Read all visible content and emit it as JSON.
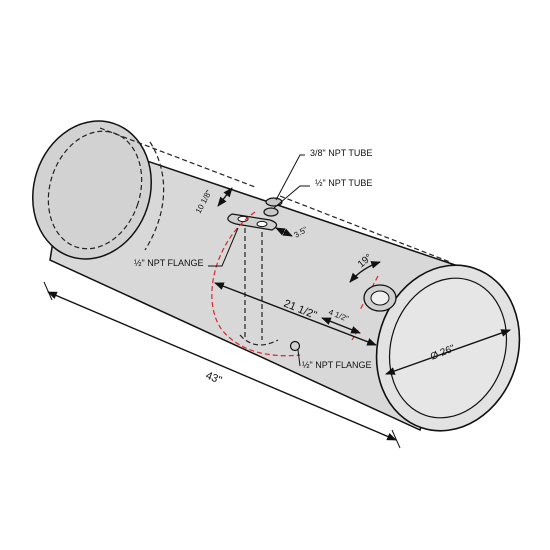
{
  "diagram": {
    "labels": {
      "tube_38": "3/8\" NPT TUBE",
      "tube_12": "½\" NPT TUBE",
      "flange_left": "½\" NPT FLANGE",
      "flange_bottom": "½\" NPT FLANGE"
    },
    "dimensions": {
      "overall_length": "43\"",
      "diameter": "Ø 26\"",
      "fitting_offset": "21 1/2\"",
      "port_offset": "4 1/2\"",
      "angle": "19°",
      "flange_length": "10 1/8\"",
      "flange_width": "3.5\""
    },
    "colors": {
      "tank_fill": "#d8d8d8",
      "tank_end_fill": "#e2e2e2",
      "outline": "#111111",
      "hidden_line": "#d9262e"
    }
  }
}
